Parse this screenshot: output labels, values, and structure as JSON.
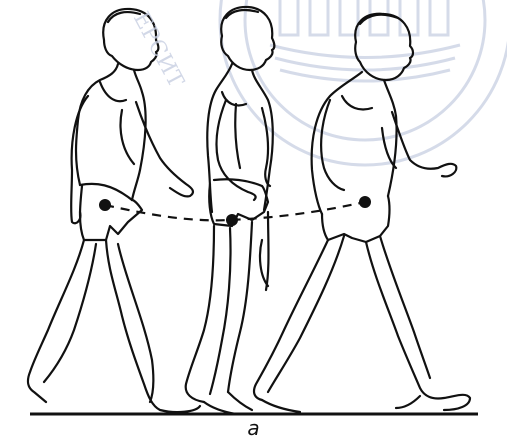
{
  "figure": {
    "label": "a",
    "watermark_text": "ЕРСИТ",
    "colors": {
      "ink": "#111111",
      "watermark": "#c8cfe2"
    },
    "walker_count": 3,
    "icons": [
      "walker-figure",
      "hip-marker-dot",
      "center-of-mass-trajectory",
      "ground-line"
    ]
  }
}
